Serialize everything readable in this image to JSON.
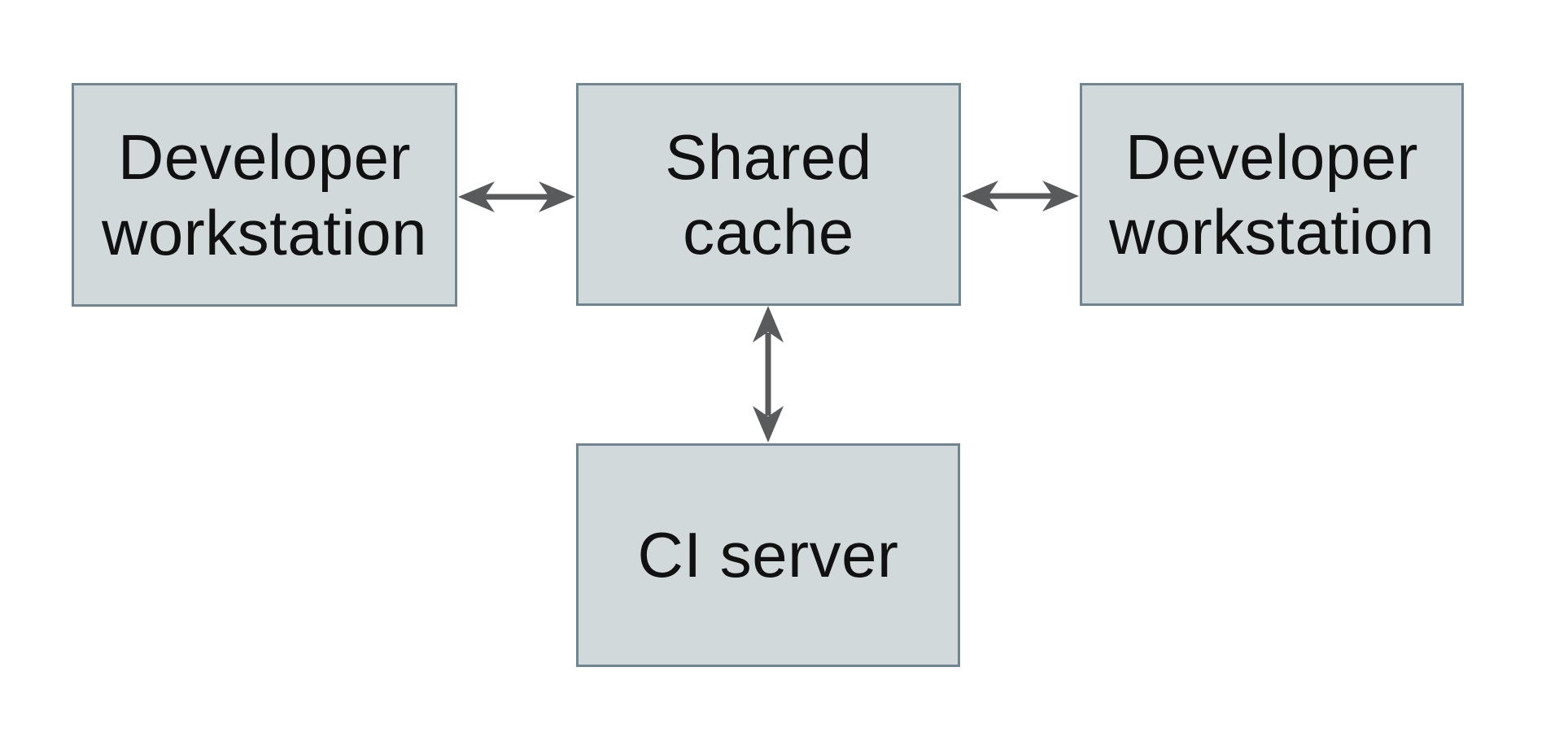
{
  "colors": {
    "background": "#ffffff",
    "box_fill": "#d2d9db",
    "box_border": "#6f8591",
    "arrow": "#595a5c",
    "text": "#111111"
  },
  "diagram": {
    "nodes": {
      "dev_left": {
        "label": "Developer\nworkstation"
      },
      "shared_cache": {
        "label": "Shared\ncache"
      },
      "dev_right": {
        "label": "Developer\nworkstation"
      },
      "ci_server": {
        "label": "CI server"
      }
    },
    "edges": [
      {
        "from": "Developer workstation (left)",
        "to": "Shared cache",
        "direction": "bidirectional"
      },
      {
        "from": "Shared cache",
        "to": "Developer workstation (right)",
        "direction": "bidirectional"
      },
      {
        "from": "Shared cache",
        "to": "CI server",
        "direction": "bidirectional"
      }
    ]
  }
}
